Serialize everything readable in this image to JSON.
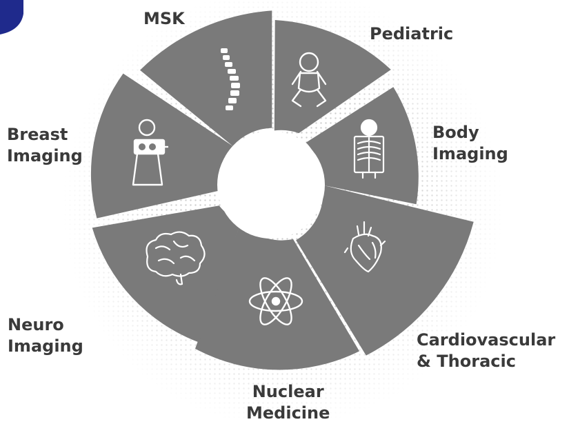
{
  "colors": {
    "segment": "#7a7a7a",
    "icon": "#ffffff",
    "label": "#3a3a3a",
    "halo_dots": "#c8c8c8",
    "brand_mark": "#1f2a8c"
  },
  "segments": [
    {
      "key": "msk",
      "line1": "MSK",
      "line2": "",
      "icon": "spine-icon"
    },
    {
      "key": "pediatric",
      "line1": "Pediatric",
      "line2": "",
      "icon": "baby-icon"
    },
    {
      "key": "body",
      "line1": "Body",
      "line2": "Imaging",
      "icon": "chest-xray-icon"
    },
    {
      "key": "cardio",
      "line1": "Cardiovascular",
      "line2": "& Thoracic",
      "icon": "heart-icon"
    },
    {
      "key": "nuclear",
      "line1": "Nuclear",
      "line2": "Medicine",
      "icon": "atom-icon"
    },
    {
      "key": "neuro",
      "line1": "Neuro",
      "line2": "Imaging",
      "icon": "brain-icon"
    },
    {
      "key": "breast",
      "line1": "Breast",
      "line2": "Imaging",
      "icon": "mammography-icon"
    }
  ]
}
